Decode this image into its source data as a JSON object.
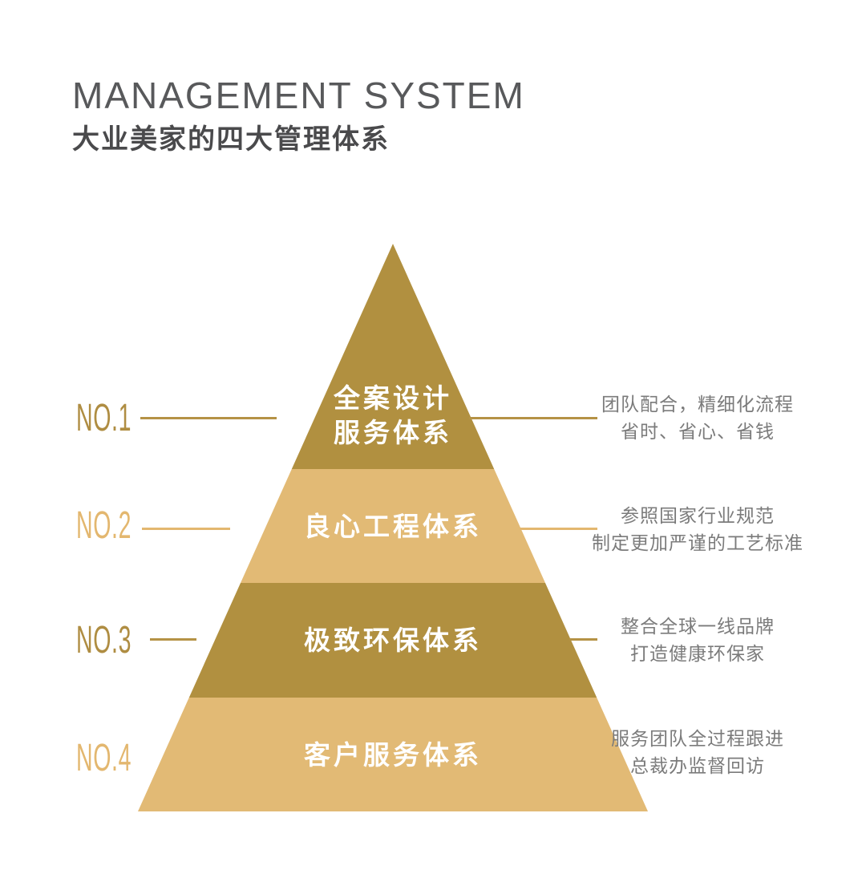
{
  "header": {
    "title_en": "MANAGEMENT SYSTEM",
    "title_zh": "大业美家的四大管理体系"
  },
  "colors": {
    "tier_dark_gold": "#b19040",
    "tier_light_gold": "#e2ba75",
    "accent_dark_gold": "#af8d42",
    "accent_light_gold": "#e3b76f",
    "description_gray": "#7b7b7b",
    "title_gray": "#58595b",
    "tier_text_white": "#ffffff"
  },
  "tiers": [
    {
      "no": "NO.1",
      "title_lines": [
        "全案设计",
        "服务体系"
      ],
      "desc_lines": [
        "团队配合，精细化流程",
        "省时、省心、省钱"
      ]
    },
    {
      "no": "NO.2",
      "title_lines": [
        "良心工程体系"
      ],
      "desc_lines": [
        "参照国家行业规范",
        "制定更加严谨的工艺标准"
      ]
    },
    {
      "no": "NO.3",
      "title_lines": [
        "极致环保体系"
      ],
      "desc_lines": [
        "整合全球一线品牌",
        "打造健康环保家"
      ]
    },
    {
      "no": "NO.4",
      "title_lines": [
        "客户服务体系"
      ],
      "desc_lines": [
        "服务团队全过程跟进",
        "总裁办监督回访"
      ]
    }
  ]
}
